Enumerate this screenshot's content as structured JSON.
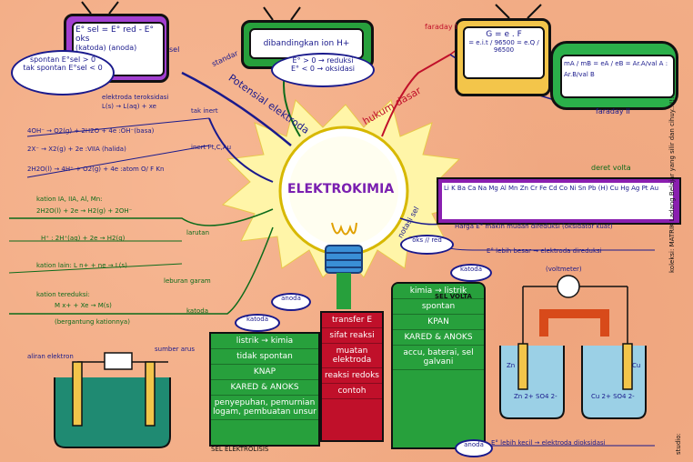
{
  "title": "ELEKTROKIMIA",
  "branches": {
    "potensial": "Potensial elektroda",
    "hukum": "hukum dasar",
    "notasi": "notasi sel",
    "standar": "standar",
    "sel": "sel"
  },
  "tv_sel": {
    "formula": "E° sel = E° red - E° oks",
    "sub": "(katoda)  (anoda)",
    "spontan": "spontan  E°sel > 0",
    "tak_spontan": "tak spontan  E°sel < 0"
  },
  "tv_standar": {
    "text": "dibandingkan ion H+",
    "reduksi": "E° > 0 → reduksi",
    "oksidasi": "E° < 0 → oksidasi"
  },
  "faraday": {
    "label1": "faraday I",
    "label2": "faraday II",
    "f1": "G = e . F",
    "f2": "= e.i.t / 96500 = e.Q / 96500",
    "f3": "mA / mB = eA / eB = Ar.A/val A : Ar.B/val B"
  },
  "elektroda_list": {
    "heading": "elektroda teroksidasi",
    "l1": "L(s) → L(aq) + xe",
    "tak_inert": "tak inert",
    "inert": "inert Pt,C,Au",
    "r1": "4OH⁻ → O2(g) + 2H2O + 4e  :OH⁻(basa)",
    "r2": "2X⁻ → X2(g) + 2e   :VIIA (halida)",
    "r3": "2H2O(l) → 4H⁺ + O2(g) + 4e  :atom O/ F Kn",
    "k1": "kation IA, IIA, Al, Mn:",
    "k1r": "2H2O(l) + 2e → H2(g) + 2OH⁻",
    "k2": "H⁺ : 2H⁺(aq) + 2e → H2(g)",
    "k3": "kation lain: L n+ + ne → L(s)",
    "k4": "kation tereduksi:",
    "k4r": "M x+ + Xe → M(s)",
    "larutan": "larutan",
    "leburan": "leburan garam",
    "katoda": "katoda",
    "anoda": "anoda",
    "bergantung": "(bergantung kationnya)",
    "aliran": "aliran elektron",
    "sumber": "sumber arus"
  },
  "elektrolisis": {
    "label": "SEL ELEKTROLISIS",
    "rows": [
      "listrik → kimia",
      "tidak spontan",
      "KNAP",
      "KARED & ANOKS",
      "penyepuhan, pemurnian logam, pembuatan unsur"
    ]
  },
  "center": {
    "rows": [
      "transfer E",
      "sifat reaksi",
      "muatan elektroda",
      "reaksi redoks",
      "contoh"
    ]
  },
  "volta": {
    "label": "SEL VOLTA",
    "katoda": "katoda",
    "anoda": "anoda",
    "rows": [
      "kimia → listrik",
      "spontan",
      "KPAN",
      "KARED & ANOKS",
      "accu, baterai, sel galvani"
    ]
  },
  "deret": {
    "title": "deret volta",
    "series": "Li K Ba Ca Na Mg Al Mn Zn Cr Fe Cd Co Ni Sn Pb (H) Cu Hg Ag Pt Au",
    "note": "Harga E° makin mudah direduksi (oksidator kuat)",
    "oks": "oks // red",
    "besar": "E° lebih besar → elektroda direduksi",
    "kecil": "E° lebih kecil → elektroda dioksidasi"
  },
  "voltmeter": {
    "label": "(voltmeter)",
    "zn": "Zn",
    "cu": "Cu",
    "zn_ion": "Zn 2+ SO4 2-",
    "cu_ion": "Cu 2+ SO4 2-"
  },
  "side": {
    "koleksi": "koleksi: MATRIK Ladang Belajar yang silir dan cihuy...!!!",
    "studio": "studio:"
  },
  "colors": {
    "bg": "#f2ad86",
    "elektrolisis": "#27a03c",
    "center": "#c0102a",
    "volta": "#27a03c",
    "bulb": "#fff27a"
  }
}
